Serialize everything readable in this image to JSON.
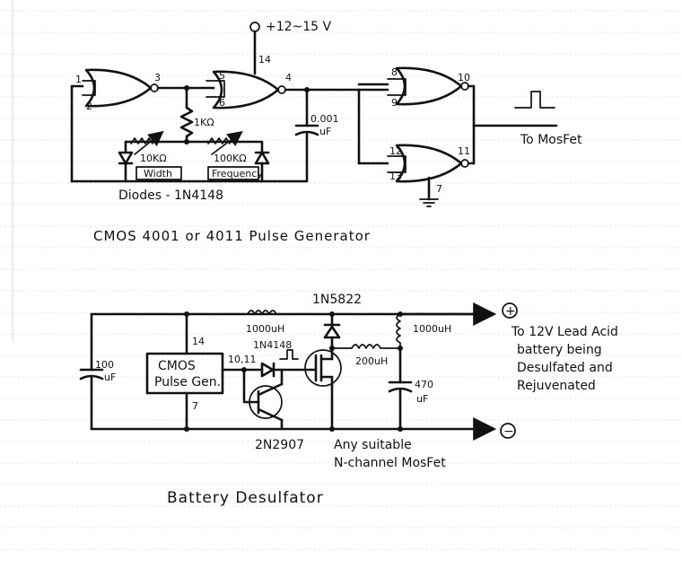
{
  "top": {
    "supply": "+12~15 V",
    "pin_14": "14",
    "pin_1": "1",
    "pin_2": "2",
    "pin_3": "3",
    "pin_5": "5",
    "pin_6": "6",
    "pin_4": "4",
    "pin_8": "8",
    "pin_9": "9",
    "pin_10": "10",
    "pin_12": "12",
    "pin_13": "13",
    "pin_11": "11",
    "pin_7": "7",
    "r1": "1KΩ",
    "cap": "0.001",
    "cap_unit": "uF",
    "pot_width_val": "10KΩ",
    "pot_width_name": "Width",
    "pot_freq_val": "100KΩ",
    "pot_freq_name": "Frequency",
    "diodes": "Diodes - 1N4148",
    "to_mosfet": "To MosFet",
    "caption": "CMOS 4001 or 4011   Pulse Generator"
  },
  "bottom": {
    "diode_top": "1N5822",
    "ind1": "1000uH",
    "ind2": "1000uH",
    "ind3": "200uH",
    "diode_gate": "1N4148",
    "cap_left_val": "100",
    "cap_left_unit": "uF",
    "box_line1": "CMOS",
    "box_line2": "Pulse Gen.",
    "box_pin14": "14",
    "box_pin7": "7",
    "box_pin_out": "10,11",
    "transistor": "2N2907",
    "cap_right_val": "470",
    "cap_right_unit": "uF",
    "plus": "+",
    "minus": "−",
    "battery_l1": "To 12V Lead Acid",
    "battery_l2": "battery being",
    "battery_l3": "Desulfated and",
    "battery_l4": "Rejuvenated",
    "mosfet_l1": "Any suitable",
    "mosfet_l2": "N-channel MosFet"
  },
  "title": "Battery Desulfator"
}
